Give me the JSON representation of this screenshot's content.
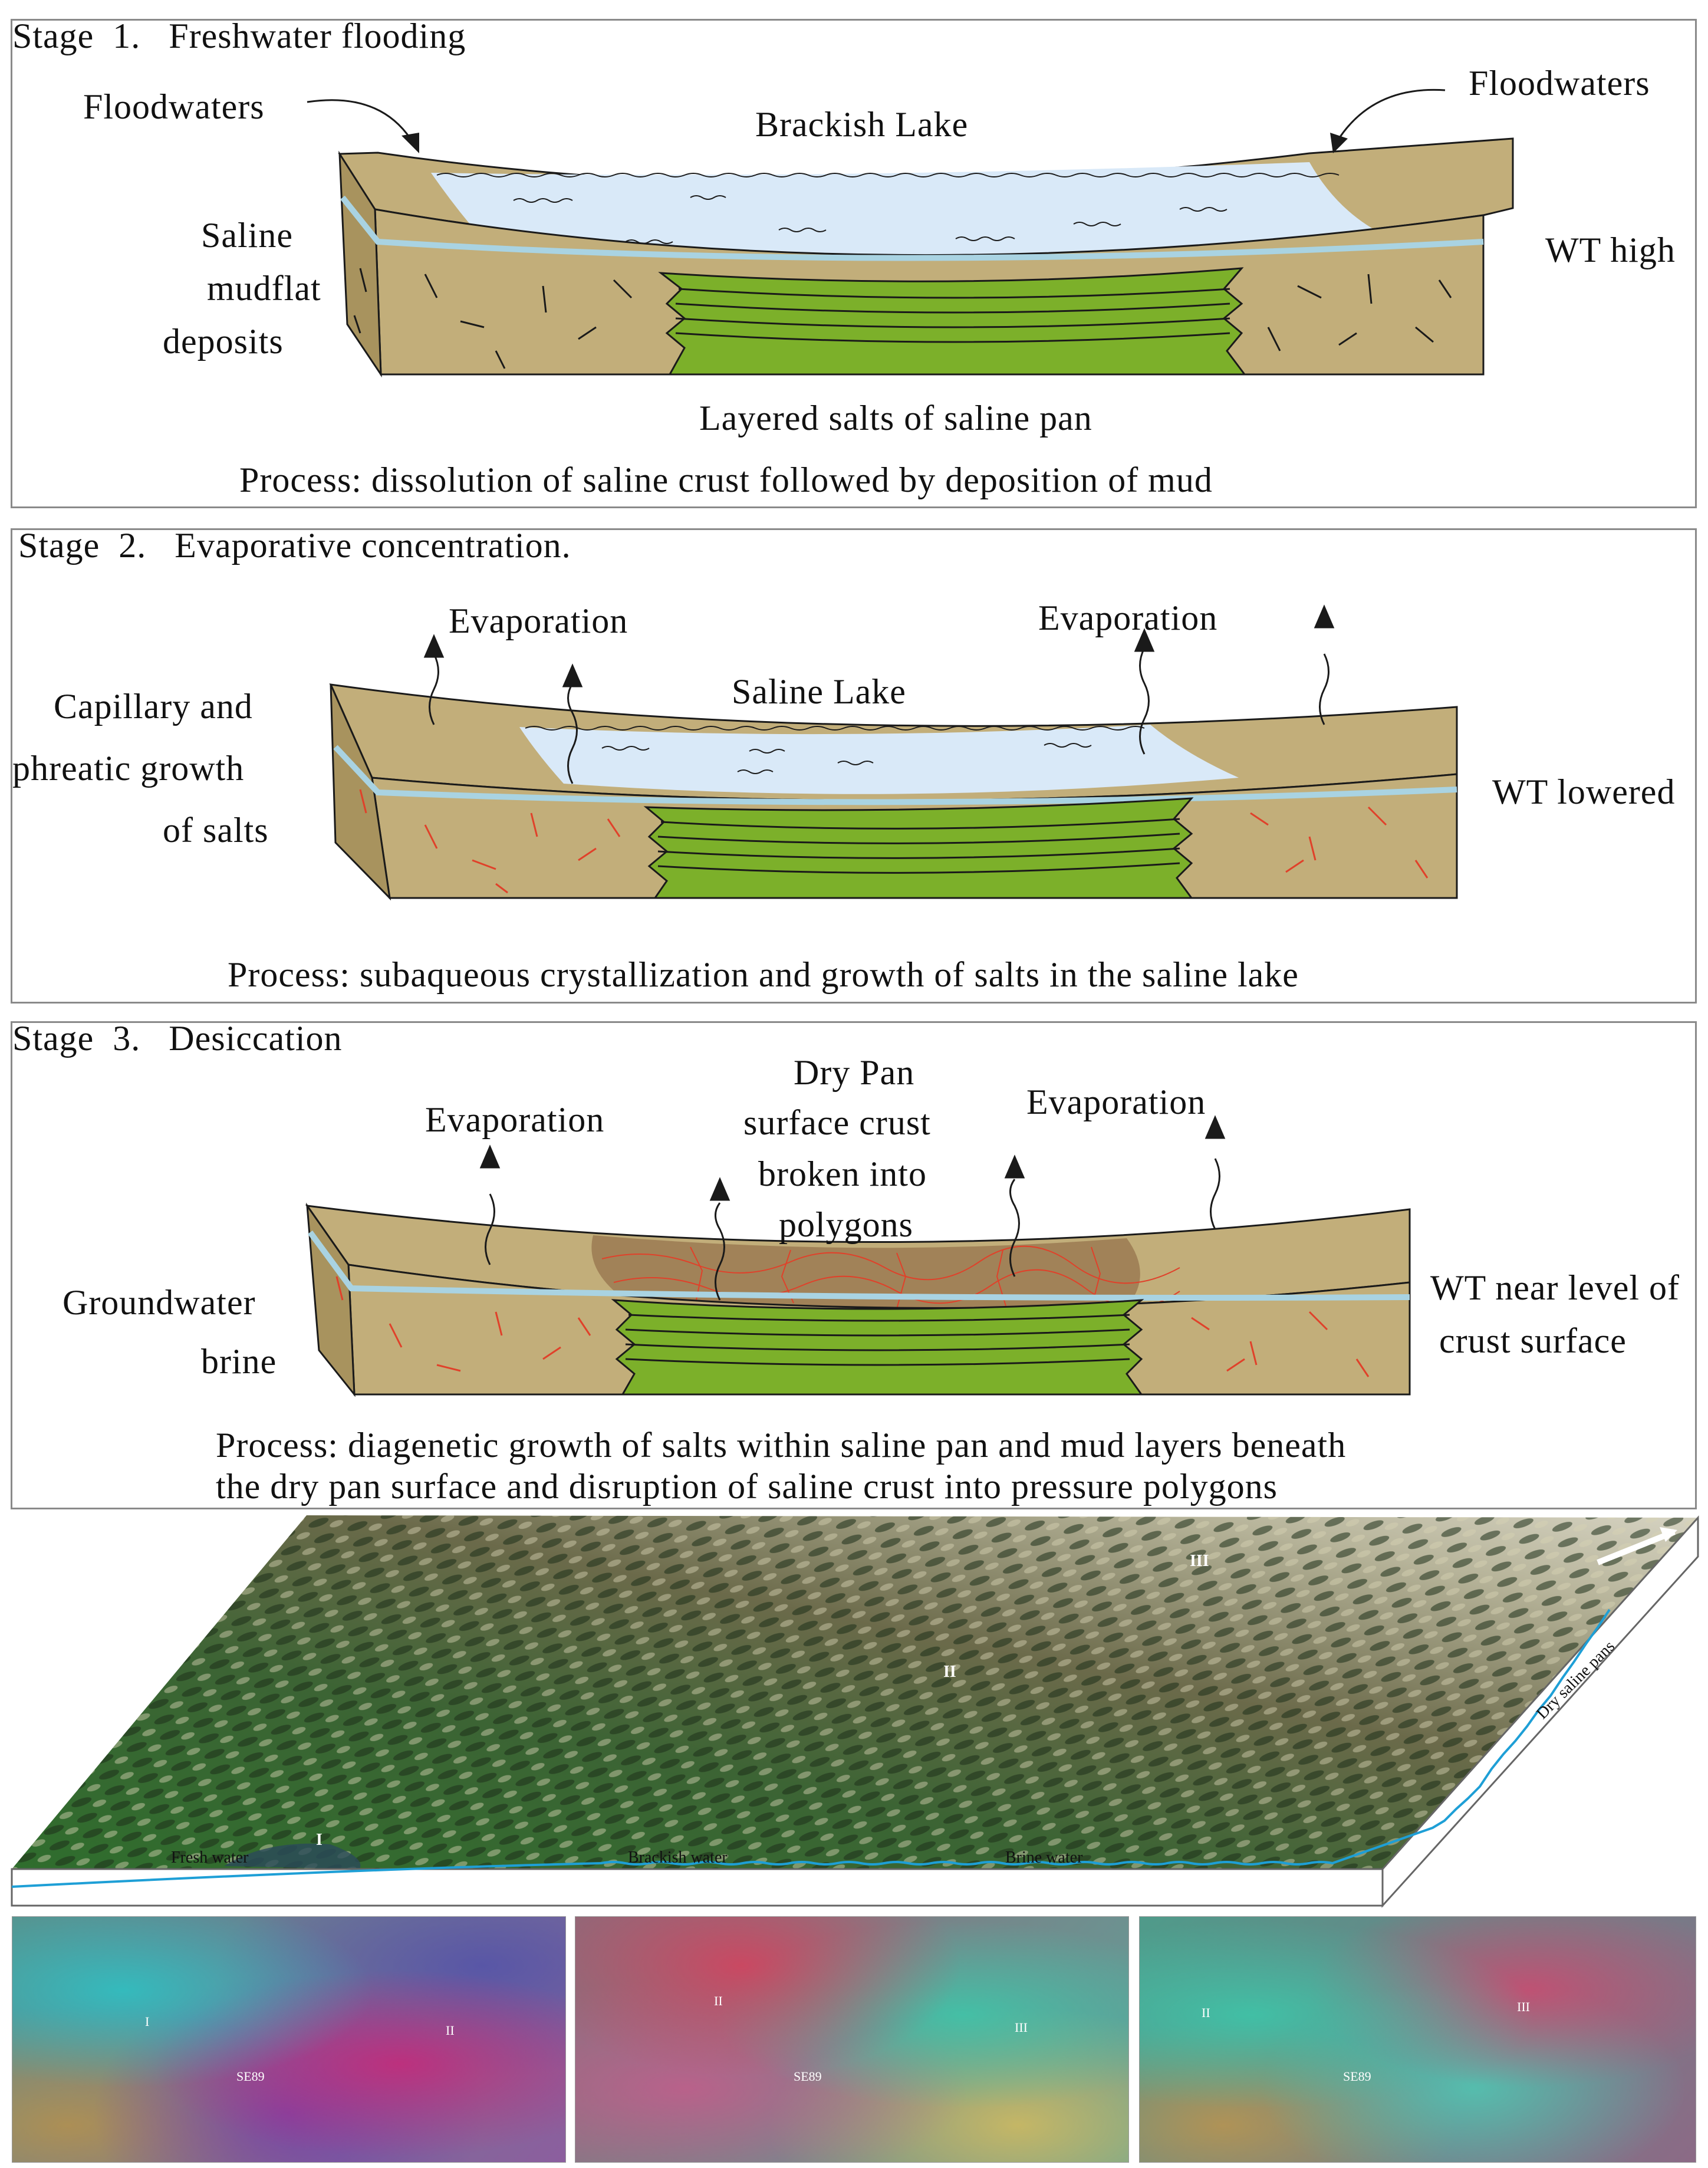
{
  "colors": {
    "mud": "#c2ae7a",
    "mud_dark": "#a8935e",
    "salt": "#7cb02a",
    "water": "#d9e9f8",
    "water_table": "#a9d3e2",
    "crack": "#e0412a",
    "dry_pan": "#9b7a52",
    "outline": "#1a1a1a"
  },
  "stage1": {
    "title": "Stage  1.   Freshwater flooding",
    "floodwaters_left": "Floodwaters",
    "floodwaters_right": "Floodwaters",
    "lake": "Brackish Lake",
    "side_label_1": "Saline",
    "side_label_2": "mudflat",
    "side_label_3": "deposits",
    "wt": "WT high",
    "bottom_label": "Layered salts of saline pan",
    "process": "Process: dissolution of saline crust followed by deposition of mud"
  },
  "stage2": {
    "title": "Stage  2.   Evaporative concentration.",
    "evap_left": "Evaporation",
    "evap_right": "Evaporation",
    "lake": "Saline Lake",
    "side_label_1": "Capillary and",
    "side_label_2": "phreatic growth",
    "side_label_3": "of salts",
    "wt": "WT lowered",
    "process": "Process: subaqueous crystallization and growth of salts in the saline lake"
  },
  "stage3": {
    "title": "Stage  3.   Desiccation",
    "evap_left": "Evaporation",
    "evap_right": "Evaporation",
    "pan_1": "Dry Pan",
    "pan_2": "surface crust",
    "pan_3": "broken into",
    "pan_4": "polygons",
    "side_label_1": "Groundwater",
    "side_label_2": "brine",
    "wt_1": "WT near level of",
    "wt_2": "crust surface",
    "process_1": "Process: diagenetic growth of salts within saline pan and mud layers beneath",
    "process_2": "the dry pan  surface and disruption of saline crust into pressure polygons"
  },
  "block": {
    "zone_1": "I",
    "zone_2": "II",
    "zone_3": "III",
    "fresh": "Fresh water",
    "brackish": "Brackish water",
    "brine": "Brine water",
    "dry_pans": "Dry saline pans"
  },
  "satellite": {
    "panel1_zone_a": "I",
    "panel1_zone_b": "II",
    "panel1_well": "SE89",
    "panel2_zone_a": "II",
    "panel2_zone_b": "III",
    "panel2_well": "SE89",
    "panel3_zone_a": "II",
    "panel3_zone_b": "III",
    "panel3_well": "SE89"
  }
}
